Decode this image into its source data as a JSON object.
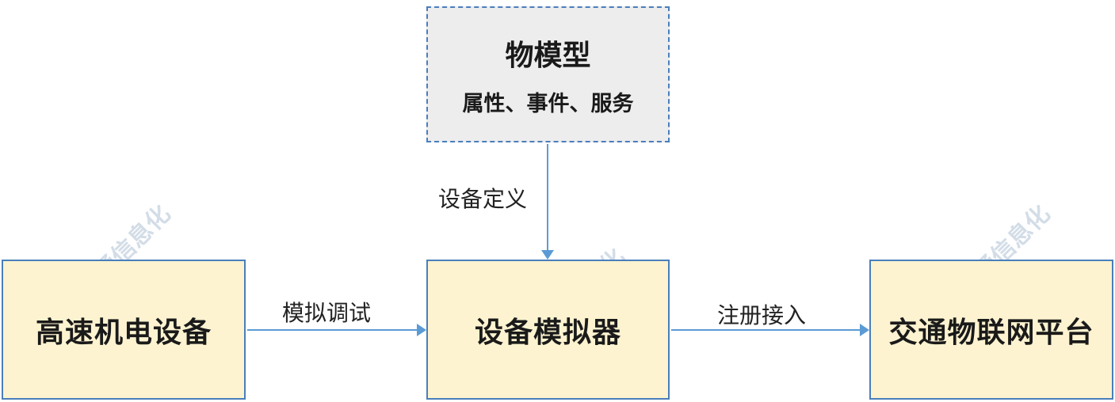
{
  "diagram": {
    "model_box": {
      "title": "物模型",
      "subtitle": "属性、事件、服务"
    },
    "nodes": [
      {
        "id": "highway-equipment",
        "label": "高速机电设备"
      },
      {
        "id": "device-simulator",
        "label": "设备模拟器"
      },
      {
        "id": "iot-platform",
        "label": "交通物联网平台"
      }
    ],
    "edges": [
      {
        "id": "device-definition",
        "label": "设备定义",
        "from": "model-box",
        "to": "device-simulator"
      },
      {
        "id": "simulate-debug",
        "label": "模拟调试",
        "from": "highway-equipment",
        "to": "device-simulator"
      },
      {
        "id": "register-access",
        "label": "注册接入",
        "from": "device-simulator",
        "to": "iot-platform"
      }
    ],
    "watermark": "中国交通信息化",
    "colors": {
      "box_border": "#4a7ebb",
      "box_fill": "#fdf3d0",
      "model_fill": "#ededee",
      "arrow": "#5b9bd5",
      "watermark": "#b7c7d8"
    }
  }
}
